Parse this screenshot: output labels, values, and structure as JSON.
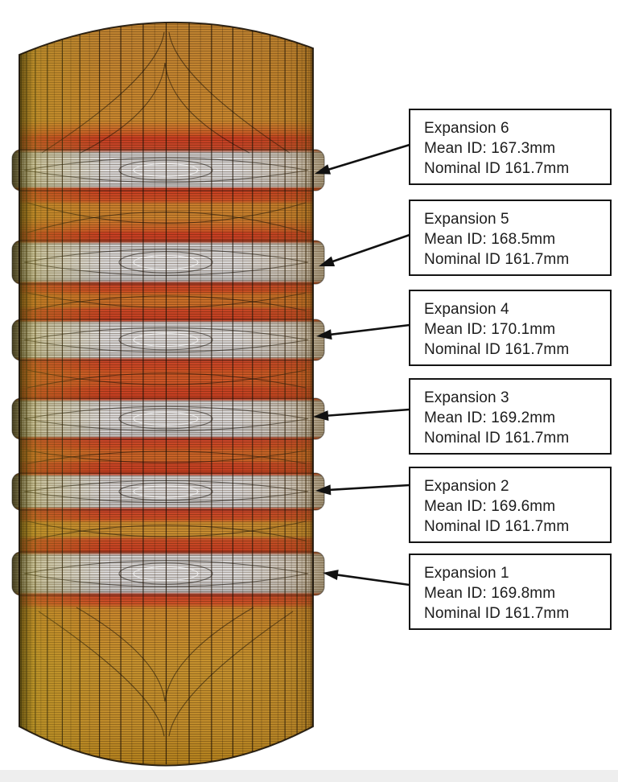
{
  "annotations": [
    {
      "title": "Expansion 6",
      "mean_id": "Mean ID: 167.3mm",
      "nominal_id": "Nominal ID 161.7mm"
    },
    {
      "title": "Expansion 5",
      "mean_id": "Mean ID: 168.5mm",
      "nominal_id": "Nominal ID 161.7mm"
    },
    {
      "title": "Expansion 4",
      "mean_id": "Mean ID: 170.1mm",
      "nominal_id": "Nominal ID 161.7mm"
    },
    {
      "title": "Expansion 3",
      "mean_id": "Mean ID: 169.2mm",
      "nominal_id": "Nominal ID 161.7mm"
    },
    {
      "title": "Expansion 2",
      "mean_id": "Mean ID: 169.6mm",
      "nominal_id": "Nominal ID 161.7mm"
    },
    {
      "title": "Expansion 1",
      "mean_id": "Mean ID: 169.8mm",
      "nominal_id": "Nominal ID 161.7mm"
    }
  ],
  "measurements": {
    "nominal_id_mm": 161.7,
    "expansions": [
      {
        "name": "Expansion 6",
        "mean_id_mm": 167.3
      },
      {
        "name": "Expansion 5",
        "mean_id_mm": 168.5
      },
      {
        "name": "Expansion 4",
        "mean_id_mm": 170.1
      },
      {
        "name": "Expansion 3",
        "mean_id_mm": 169.2
      },
      {
        "name": "Expansion 2",
        "mean_id_mm": 169.6
      },
      {
        "name": "Expansion 1",
        "mean_id_mm": 169.8
      }
    ]
  },
  "colors": {
    "body_amber": "#c8872f",
    "body_gold": "#c5912e",
    "edge_yellow": "#c0b22e",
    "stress_red": "#c63c21",
    "expanded_gray": "#b3b1b1",
    "mesh_line": "#1d1207",
    "annotation_border": "#141414",
    "annotation_text": "#1c1c1c",
    "arrow": "#111111",
    "background": "#ffffff"
  }
}
